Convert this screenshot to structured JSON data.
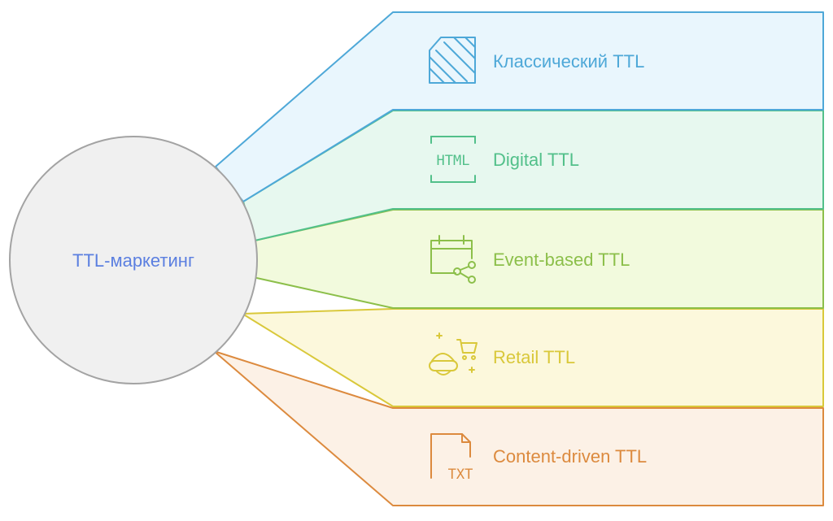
{
  "center": {
    "label": "TTL-маркетинг",
    "color": "#5b7fe0"
  },
  "branches": [
    {
      "label": "Классический TTL",
      "icon": "hatched-document-icon",
      "stroke": "#4ea8d8",
      "fill": "#e9f6fd"
    },
    {
      "label": "Digital TTL",
      "icon": "html-icon",
      "icon_text": "HTML",
      "stroke": "#52c08a",
      "fill": "#e7f8ef"
    },
    {
      "label": "Event-based TTL",
      "icon": "calendar-share-icon",
      "stroke": "#8cbf4a",
      "fill": "#f2fadd"
    },
    {
      "label": "Retail TTL",
      "icon": "vr-shopping-cart-icon",
      "stroke": "#d9c83a",
      "fill": "#fcf8dc"
    },
    {
      "label": "Content-driven TTL",
      "icon": "txt-file-icon",
      "icon_text": "TXT",
      "stroke": "#dc8a3e",
      "fill": "#fcf1e6"
    }
  ]
}
